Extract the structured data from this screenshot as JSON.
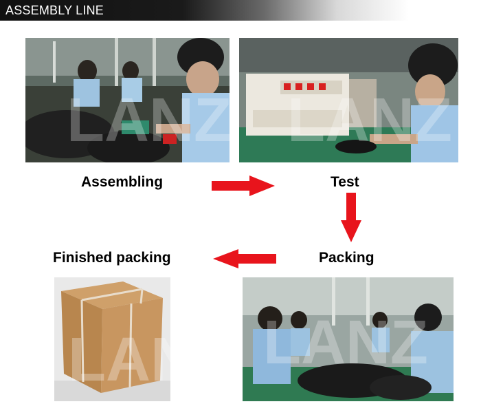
{
  "header": {
    "title": "ASSEMBLY LINE"
  },
  "steps": {
    "assembling": "Assembling",
    "test": "Test",
    "packing": "Packing",
    "finished": "Finished packing"
  },
  "watermark": "LANZ",
  "colors": {
    "arrow": "#e8141c",
    "header_dark": "#111111"
  }
}
